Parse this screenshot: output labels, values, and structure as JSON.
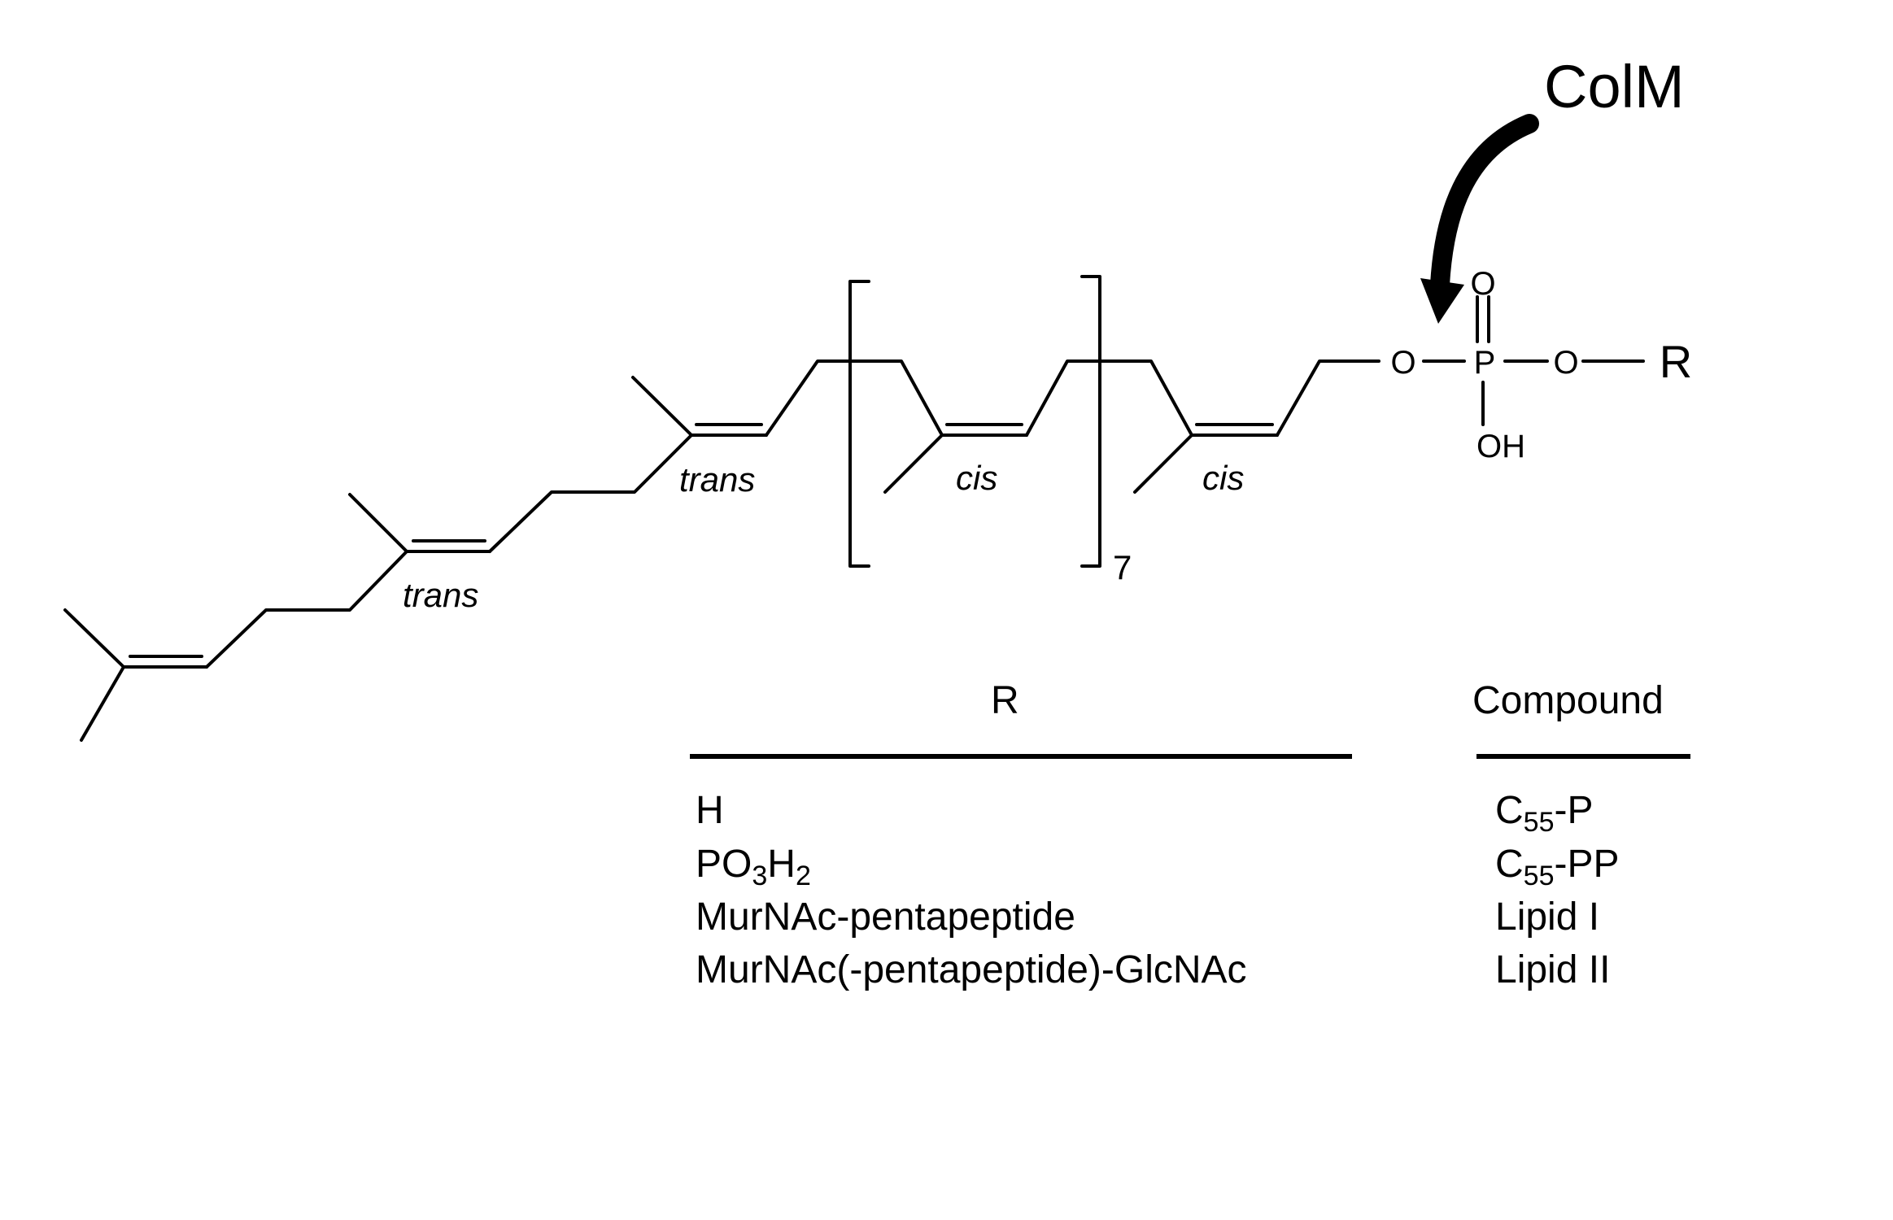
{
  "colm_label": "ColM",
  "bond_labels": {
    "trans1": "trans",
    "trans2": "trans",
    "cis_repeat": "cis",
    "cis_last": "cis"
  },
  "repeat_count": "7",
  "phosphate": {
    "O_top": "O",
    "O_left": "O",
    "P": "P",
    "O_right": "O",
    "R": "R",
    "OH": "OH"
  },
  "table": {
    "header_R": "R",
    "header_compound": "Compound",
    "rows": [
      {
        "r": "H",
        "compound": {
          "main": "C",
          "sub": "55",
          "rest": "-P"
        }
      },
      {
        "r": {
          "a": "PO",
          "s1": "3",
          "b": "H",
          "s2": "2"
        },
        "compound": {
          "main": "C",
          "sub": "55",
          "rest": "-PP"
        }
      },
      {
        "r": "MurNAc-pentapeptide",
        "compound": "Lipid I"
      },
      {
        "r": "MurNAc(-pentapeptide)-GlcNAc",
        "compound": "Lipid II"
      }
    ]
  }
}
